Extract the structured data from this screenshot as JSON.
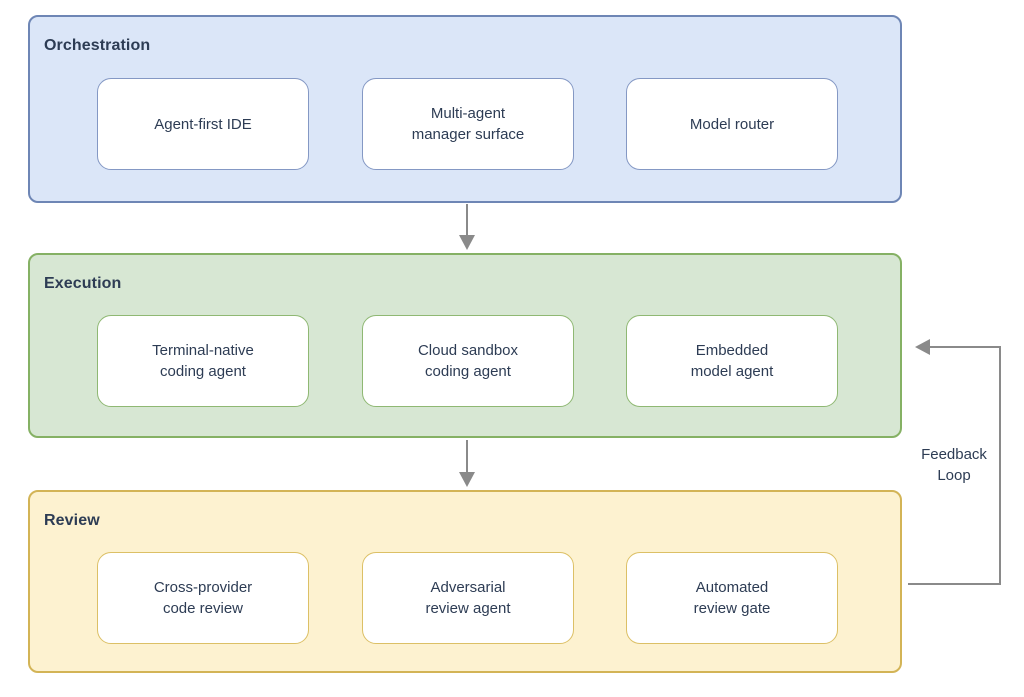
{
  "diagram": {
    "bands": [
      {
        "label": "Orchestration",
        "fill": "#dbe6f8",
        "stroke": "#6e86b5",
        "box_stroke": "#8498c4",
        "boxes": [
          {
            "label": "Agent-first IDE"
          },
          {
            "label": "Multi-agent\nmanager surface"
          },
          {
            "label": "Model router"
          }
        ]
      },
      {
        "label": "Execution",
        "fill": "#d7e7d3",
        "stroke": "#85b164",
        "box_stroke": "#8fb873",
        "boxes": [
          {
            "label": "Terminal-native\ncoding agent"
          },
          {
            "label": "Cloud sandbox\ncoding agent"
          },
          {
            "label": "Embedded\nmodel agent"
          }
        ]
      },
      {
        "label": "Review",
        "fill": "#fdf2d0",
        "stroke": "#d3b456",
        "box_stroke": "#dcc066",
        "boxes": [
          {
            "label": "Cross-provider\ncode review"
          },
          {
            "label": "Adversarial\nreview agent"
          },
          {
            "label": "Automated\nreview gate"
          }
        ]
      }
    ],
    "feedback_label": "Feedback\nLoop",
    "arrow_color": "#8a8a8a",
    "text_color": "#2d3c54"
  }
}
